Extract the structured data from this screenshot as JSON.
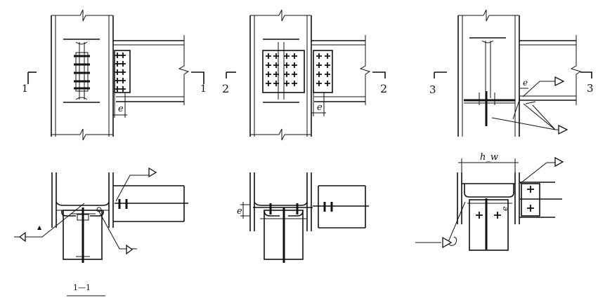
{
  "labels": {
    "sec1_left": "1",
    "sec1_right": "1",
    "sec2_left": "2",
    "sec2_right": "2",
    "sec3_left": "3",
    "sec3_right": "3",
    "dim_e_1": "e",
    "dim_e_2": "e",
    "dim_e_3": "e",
    "dim_e_4": "e",
    "dim_e_5": "e",
    "dim_hw": "h_w",
    "caption": "1—1"
  },
  "colors": {
    "line": "#111111",
    "background": "#ffffff"
  }
}
